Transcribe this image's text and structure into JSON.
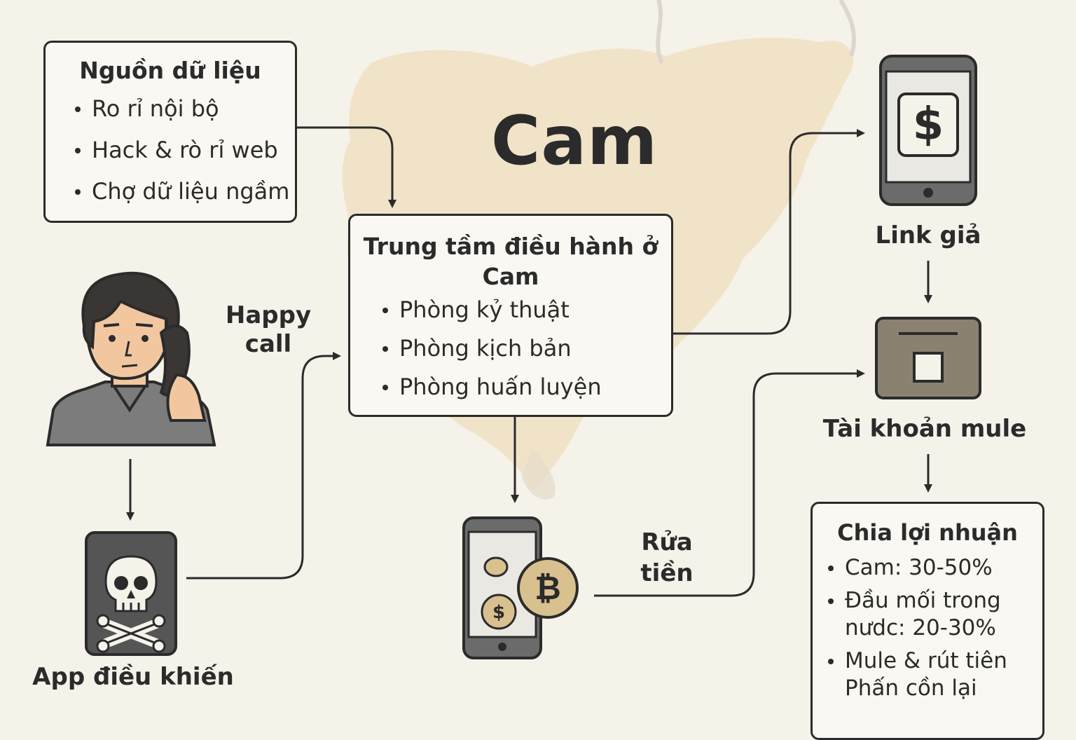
{
  "map_title": "Cam",
  "data_sources": {
    "title": "Nguồn dữ liệu",
    "items": [
      "Ro rỉ nội bộ",
      "Hack & rò rỉ web",
      "Chợ dữ liệu ngầm"
    ]
  },
  "center": {
    "title_line1": "Trung tầm điều hành ở",
    "title_line2": "Cam",
    "items": [
      "Phòng kỷ thuật",
      "Phòng kịch bản",
      "Phòng huấn luyện"
    ]
  },
  "happy_call": {
    "line1": "Happy",
    "line2": "call"
  },
  "app_label": "App điều khiến",
  "fake_link_label": "Link giả",
  "mule_label": "Tài khoản mule",
  "wash": {
    "line1": "Rửa",
    "line2": "tiền"
  },
  "phone_dollar": "$",
  "coin_symbol": "₿",
  "coin_dollar": "$",
  "profit": {
    "title": "Chia lợi nhuận",
    "item1": "Cam: 30-50%",
    "item2_line1": "Đầu mối trong",
    "item2_line2": "nưdc: 20-30%",
    "item3_line1": "Mule & rút tiên",
    "item3_line2": "Phấn cồn lại"
  },
  "colors": {
    "map_fill": "#f0e1c2",
    "dark": "#2b2b2b",
    "phone_gray": "#6b6b6b",
    "box_brown": "#8a8170",
    "coin": "#d9c08f",
    "skin": "#f2c7a0",
    "shirt": "#7c7c7c",
    "hair": "#3a3633"
  }
}
